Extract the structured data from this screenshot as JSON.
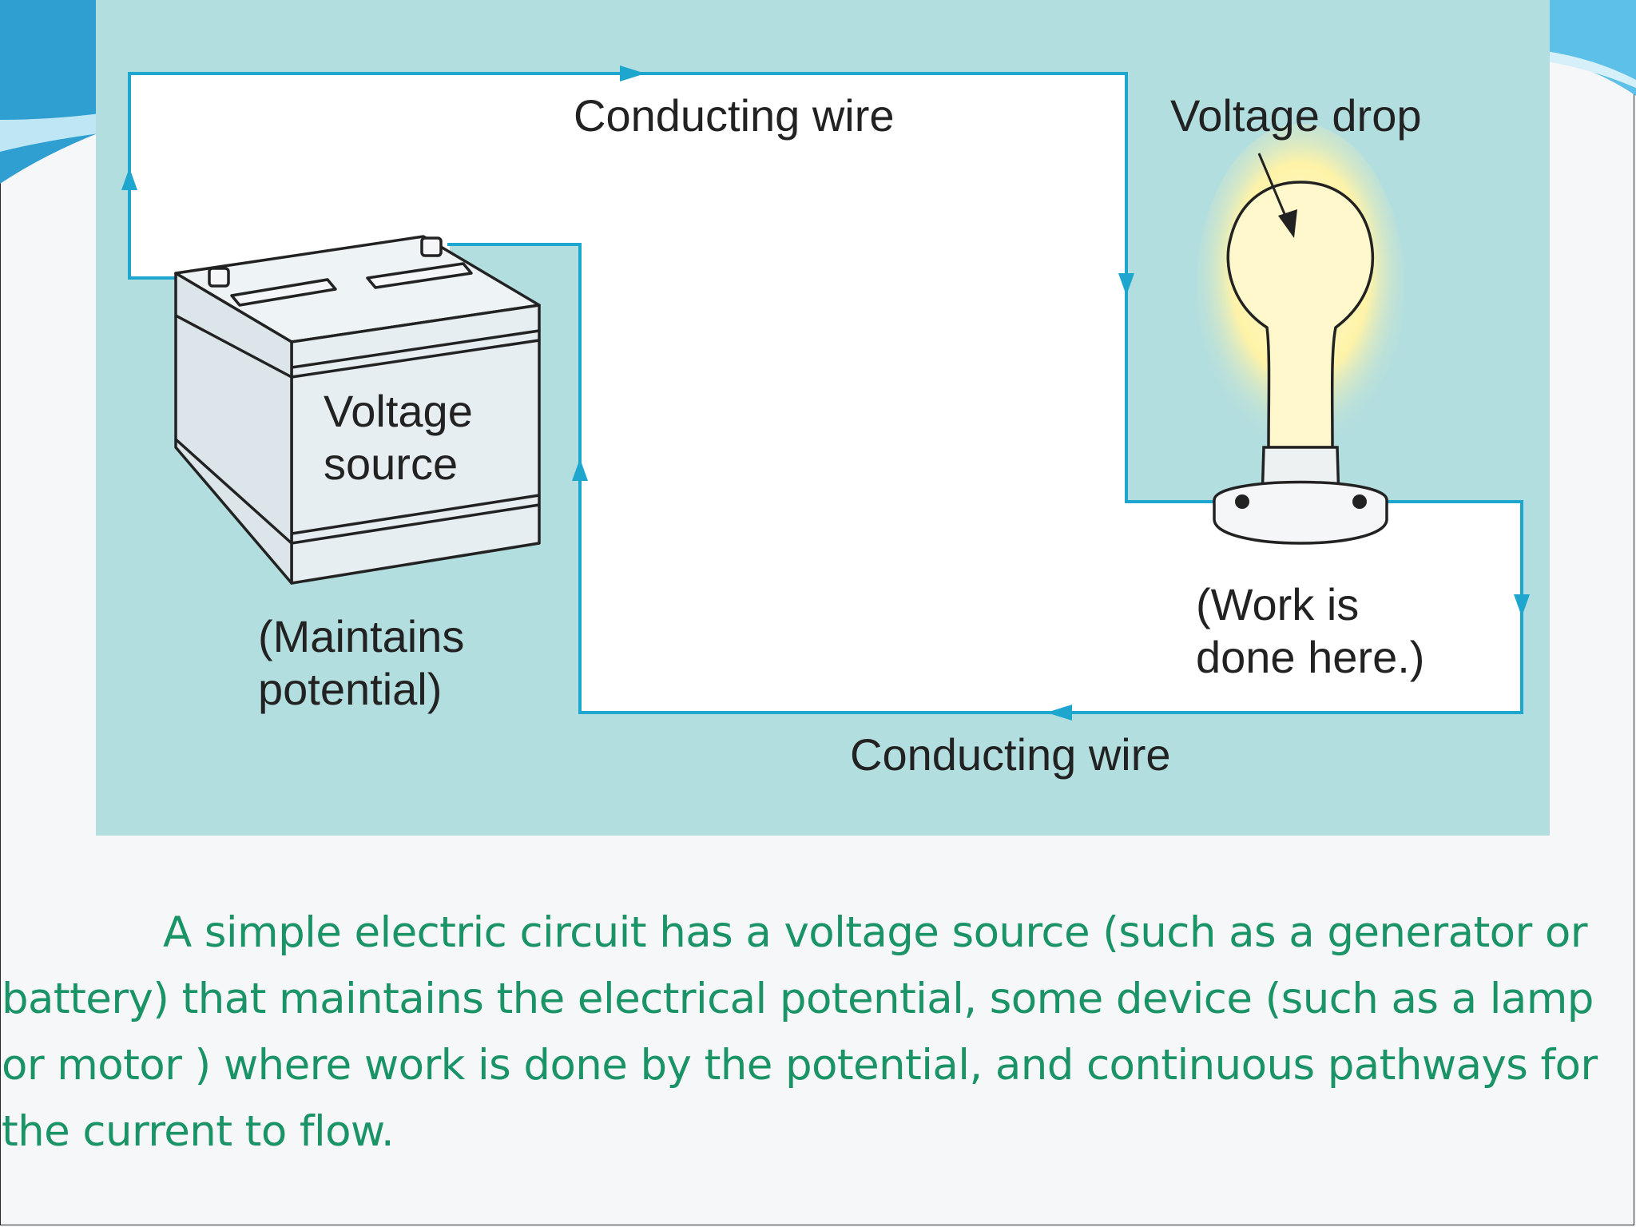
{
  "diagram": {
    "labels": {
      "top_wire": "Conducting wire",
      "voltage_drop": "Voltage drop",
      "voltage_source": "Voltage\nsource",
      "maintains_potential": "(Maintains\npotential)",
      "work_done": "(Work is\ndone here.)",
      "bottom_wire": "Conducting wire"
    },
    "colors": {
      "background": "#b3dedf",
      "wire": "#1ea6cf",
      "bulb_glow": "#fff3a8"
    }
  },
  "caption": {
    "text": "A simple electric circuit has a voltage source (such as a generator or battery) that maintains the electrical potential, some device (such as a lamp or motor ) where work is done by the potential, and continuous pathways for the current to flow."
  },
  "colors": {
    "caption_text": "#1a9467",
    "slide_background": "#f6f7f8"
  }
}
